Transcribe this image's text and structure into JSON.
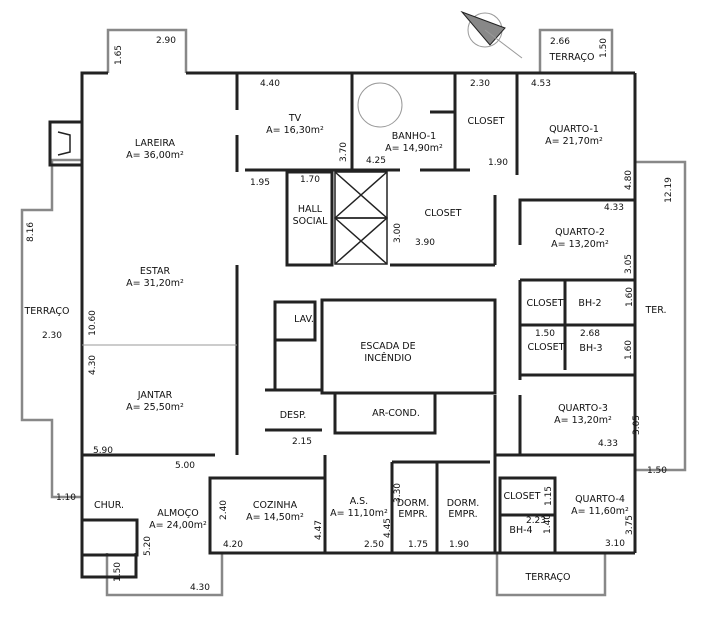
{
  "rooms": {
    "lareira": {
      "label": "LAREIRA",
      "area": "A= 36,00m²"
    },
    "tv": {
      "label": "TV",
      "area": "A= 16,30m²"
    },
    "banho1": {
      "label": "BANHO-1",
      "area": "A= 14,90m²"
    },
    "closet_q1": {
      "label": "CLOSET"
    },
    "quarto1": {
      "label": "QUARTO-1",
      "area": "A= 21,70m²"
    },
    "hall": {
      "label": "HALL",
      "label2": "SOCIAL"
    },
    "closet_master": {
      "label": "CLOSET"
    },
    "quarto2": {
      "label": "QUARTO-2",
      "area": "A= 13,20m²"
    },
    "estar": {
      "label": "ESTAR",
      "area": "A= 31,20m²"
    },
    "terraco_left": {
      "label": "TERRAÇO"
    },
    "closet_q2": {
      "label": "CLOSET"
    },
    "bh2": {
      "label": "BH-2"
    },
    "ter_right": {
      "label": "TER."
    },
    "lav": {
      "label": "LAV."
    },
    "escada": {
      "label": "ESCADA DE",
      "label2": "INCÊNDIO"
    },
    "closet_q3": {
      "label": "CLOSET"
    },
    "bh3": {
      "label": "BH-3"
    },
    "jantar": {
      "label": "JANTAR",
      "area": "A= 25,50m²"
    },
    "desp": {
      "label": "DESP."
    },
    "ar_cond": {
      "label": "AR-COND."
    },
    "quarto3": {
      "label": "QUARTO-3",
      "area": "A= 13,20m²"
    },
    "chur": {
      "label": "CHUR."
    },
    "almoco": {
      "label": "ALMOÇO",
      "area": "A= 24,00m²"
    },
    "cozinha": {
      "label": "COZINHA",
      "area": "A= 14,50m²"
    },
    "as": {
      "label": "A.S.",
      "area": "A= 11,10m²"
    },
    "dorm1": {
      "label": "DORM.",
      "label2": "EMPR."
    },
    "dorm2": {
      "label": "DORM.",
      "label2": "EMPR."
    },
    "closet_q4": {
      "label": "CLOSET"
    },
    "quarto4": {
      "label": "QUARTO-4",
      "area": "A= 11,60m²"
    },
    "bh4": {
      "label": "BH-4"
    },
    "terraco_bottom": {
      "label": "TERRAÇO"
    },
    "terraco_top": {
      "label": "TERRAÇO"
    }
  },
  "dimensions": [
    "2.90",
    "1.65",
    "4.40",
    "3.70",
    "1.95",
    "1.70",
    "2.30",
    "4.53",
    "4.25",
    "1.90",
    "4.80",
    "12.19",
    "4.33",
    "3.00",
    "3.90",
    "3.05",
    "1.60",
    "8.16",
    "2.30",
    "10.60",
    "4.30",
    "1.50",
    "2.68",
    "1.60",
    "5.90",
    "5.00",
    "2.15",
    "4.33",
    "3.05",
    "1.50",
    "1.10",
    "2.40",
    "3.30",
    "1.15",
    "2.23",
    "1.40",
    "5.20",
    "4.20",
    "4.47",
    "4.45",
    "2.50",
    "1.75",
    "1.90",
    "3.10",
    "3.75",
    "1.50",
    "4.30",
    "2.66",
    "1.50"
  ]
}
